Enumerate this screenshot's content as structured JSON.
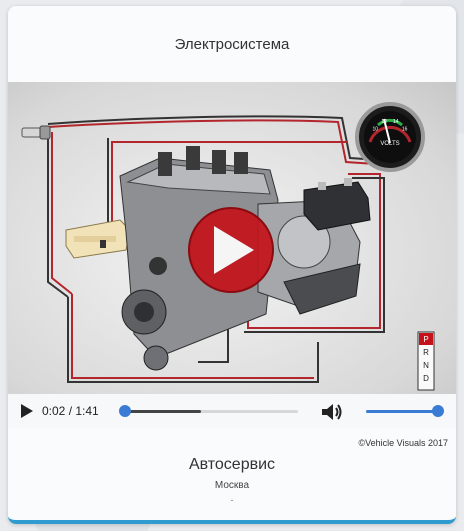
{
  "card": {
    "title": "Электросистема"
  },
  "video": {
    "play_icon": "play-overlay-icon",
    "colors": {
      "play_overlay": "#c4121a",
      "wire_red": "#b3262d",
      "accent": "#3a7bd5"
    },
    "gauge": {
      "label": "VOLTS",
      "ticks": [
        "10",
        "12",
        "14",
        "16"
      ]
    },
    "gear_selector": [
      "P",
      "R",
      "N",
      "D"
    ]
  },
  "controls": {
    "time": "0:02 / 1:41",
    "progress_fraction": 0.02,
    "volume_fraction": 1.0
  },
  "footer": {
    "copyright": "©Vehicle Visuals 2017",
    "company": "Автосервис",
    "city": "Москва",
    "dash": "-"
  }
}
